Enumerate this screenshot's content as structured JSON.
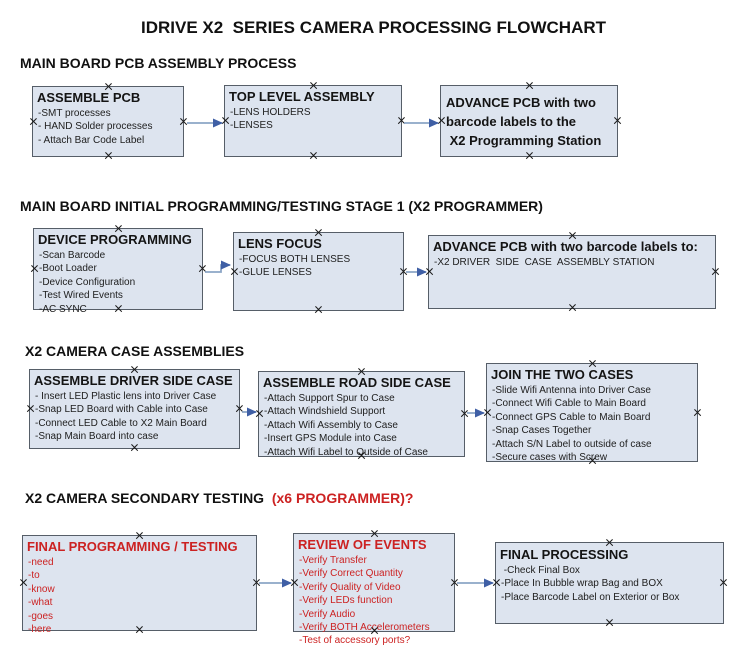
{
  "title": "IDRIVE X2  SERIES CAMERA PROCESSING FLOWCHART",
  "sections": [
    {
      "heading": "MAIN BOARD PCB ASSEMBLY PROCESS"
    },
    {
      "heading": "MAIN BOARD INITIAL PROGRAMMING/TESTING STAGE 1 (X2 PROGRAMMER)"
    },
    {
      "heading": "X2 CAMERA CASE ASSEMBLIES"
    },
    {
      "heading": "X2 CAMERA SECONDARY TESTING  ",
      "heading_red": "(x6 PROGRAMMER)?"
    }
  ],
  "boxes": {
    "assemble_pcb": {
      "header": "ASSEMBLE PCB",
      "items": [
        "-SMT processes",
        "- HAND Solder processes",
        "- Attach Bar Code Label"
      ]
    },
    "top_level_assembly": {
      "header": "TOP LEVEL ASSEMBLY",
      "items": [
        "-LENS HOLDERS",
        "-LENSES"
      ]
    },
    "advance_pcb_to_programming": {
      "lines": [
        "ADVANCE PCB with two",
        "barcode labels to the",
        " X2 Programming Station"
      ]
    },
    "device_programming": {
      "header": "DEVICE PROGRAMMING",
      "items": [
        "-Scan Barcode",
        "-Boot Loader",
        "-Device Configuration",
        "-Test Wired Events",
        "-AC SYNC"
      ]
    },
    "lens_focus": {
      "header": "LENS FOCUS",
      "items": [
        "-FOCUS BOTH LENSES",
        "-GLUE LENSES"
      ]
    },
    "advance_pcb_to_case_station": {
      "header": "ADVANCE PCB with two barcode labels to:",
      "items": [
        "-X2 DRIVER  SIDE  CASE  ASSEMBLY STATION"
      ]
    },
    "assemble_driver_side_case": {
      "header": "ASSEMBLE DRIVER SIDE CASE",
      "items": [
        "- Insert LED Plastic lens into Driver Case",
        "-Snap LED Board with Cable into Case",
        "-Connect LED Cable to X2 Main Board",
        "-Snap Main Board into case"
      ]
    },
    "assemble_road_side_case": {
      "header": "ASSEMBLE ROAD SIDE CASE",
      "items": [
        "-Attach Support Spur to Case",
        "-Attach Windshield Support",
        "-Attach Wifi Assembly to Case",
        "-Insert GPS Module into Case",
        "-Attach Wifi Label to Outside of Case"
      ]
    },
    "join_the_two_cases": {
      "header": "JOIN THE TWO CASES",
      "items": [
        "-Slide Wifi Antenna into Driver Case",
        "-Connect Wifi Cable to Main Board",
        "-Connect GPS Cable to Main Board",
        "-Snap Cases Together",
        "-Attach S/N Label to outside of case",
        "-Secure cases with Screw"
      ]
    },
    "final_programming_testing": {
      "header": "FINAL PROGRAMMING / TESTING",
      "items": [
        "-need",
        "-to",
        "-know",
        "-what",
        "-goes",
        "-here"
      ]
    },
    "review_of_events": {
      "header": "REVIEW OF EVENTS",
      "items": [
        "-Verify Transfer",
        "-Verify Correct Quantity",
        "-Verify Quality of Video",
        "-Verify LEDs function",
        "-Verify Audio",
        "-Verify BOTH Accelerometers",
        "-Test of accessory ports?"
      ]
    },
    "final_processing": {
      "header": "FINAL PROCESSING",
      "items": [
        " -Check Final Box",
        "-Place In Bubble wrap Bag and BOX",
        "-Place Barcode Label on Exterior or Box"
      ]
    }
  },
  "colors": {
    "box_fill": "#dde4ef",
    "box_border": "#565e68",
    "red_text": "#cc2222",
    "arrow_line": "#8ca6c6",
    "arrow_head": "#3f5fa5",
    "text": "#1a1a1a",
    "background": "#ffffff"
  }
}
